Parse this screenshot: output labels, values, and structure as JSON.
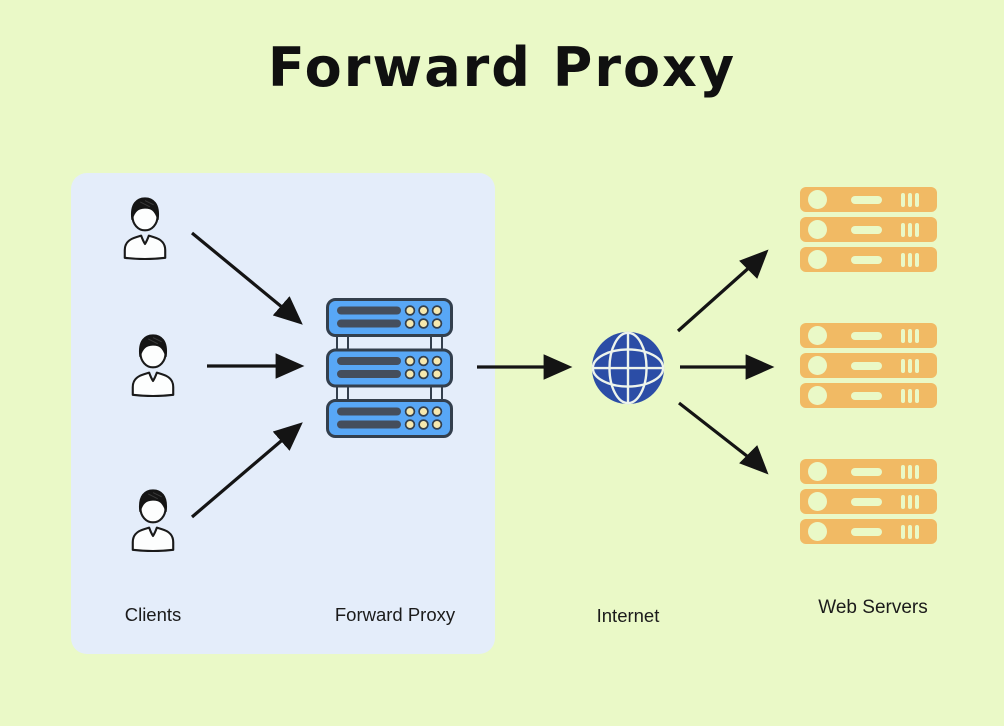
{
  "title": "Forward Proxy",
  "diagram": {
    "clients": {
      "label": "Clients",
      "icon": "person-icon",
      "count": 3
    },
    "forward_proxy": {
      "label": "Forward Proxy",
      "icon": "server-rack-icon",
      "rack_units": 3
    },
    "internet": {
      "label": "Internet",
      "icon": "globe-icon"
    },
    "web_servers": {
      "label": "Web Servers",
      "icon": "server-bars-icon",
      "group_count": 3,
      "servers_per_group": 3
    }
  },
  "connections": [
    {
      "from": "client-1",
      "to": "forward-proxy"
    },
    {
      "from": "client-2",
      "to": "forward-proxy"
    },
    {
      "from": "client-3",
      "to": "forward-proxy"
    },
    {
      "from": "forward-proxy",
      "to": "internet"
    },
    {
      "from": "internet",
      "to": "web-server-group-1"
    },
    {
      "from": "internet",
      "to": "web-server-group-2"
    },
    {
      "from": "internet",
      "to": "web-server-group-3"
    }
  ],
  "colors": {
    "background": "#eaf9c7",
    "clients_panel": "#e4edfa",
    "proxy_server_blue": "#58a7f6",
    "proxy_outline": "#333f4d",
    "proxy_slot_dark": "#454e5c",
    "proxy_indicator_dots": "#f6e8ae",
    "globe_blue": "#2b4da6",
    "globe_lines": "#edf4ec",
    "web_server_orange": "#f1ba64",
    "arrow_ink": "#141414"
  }
}
